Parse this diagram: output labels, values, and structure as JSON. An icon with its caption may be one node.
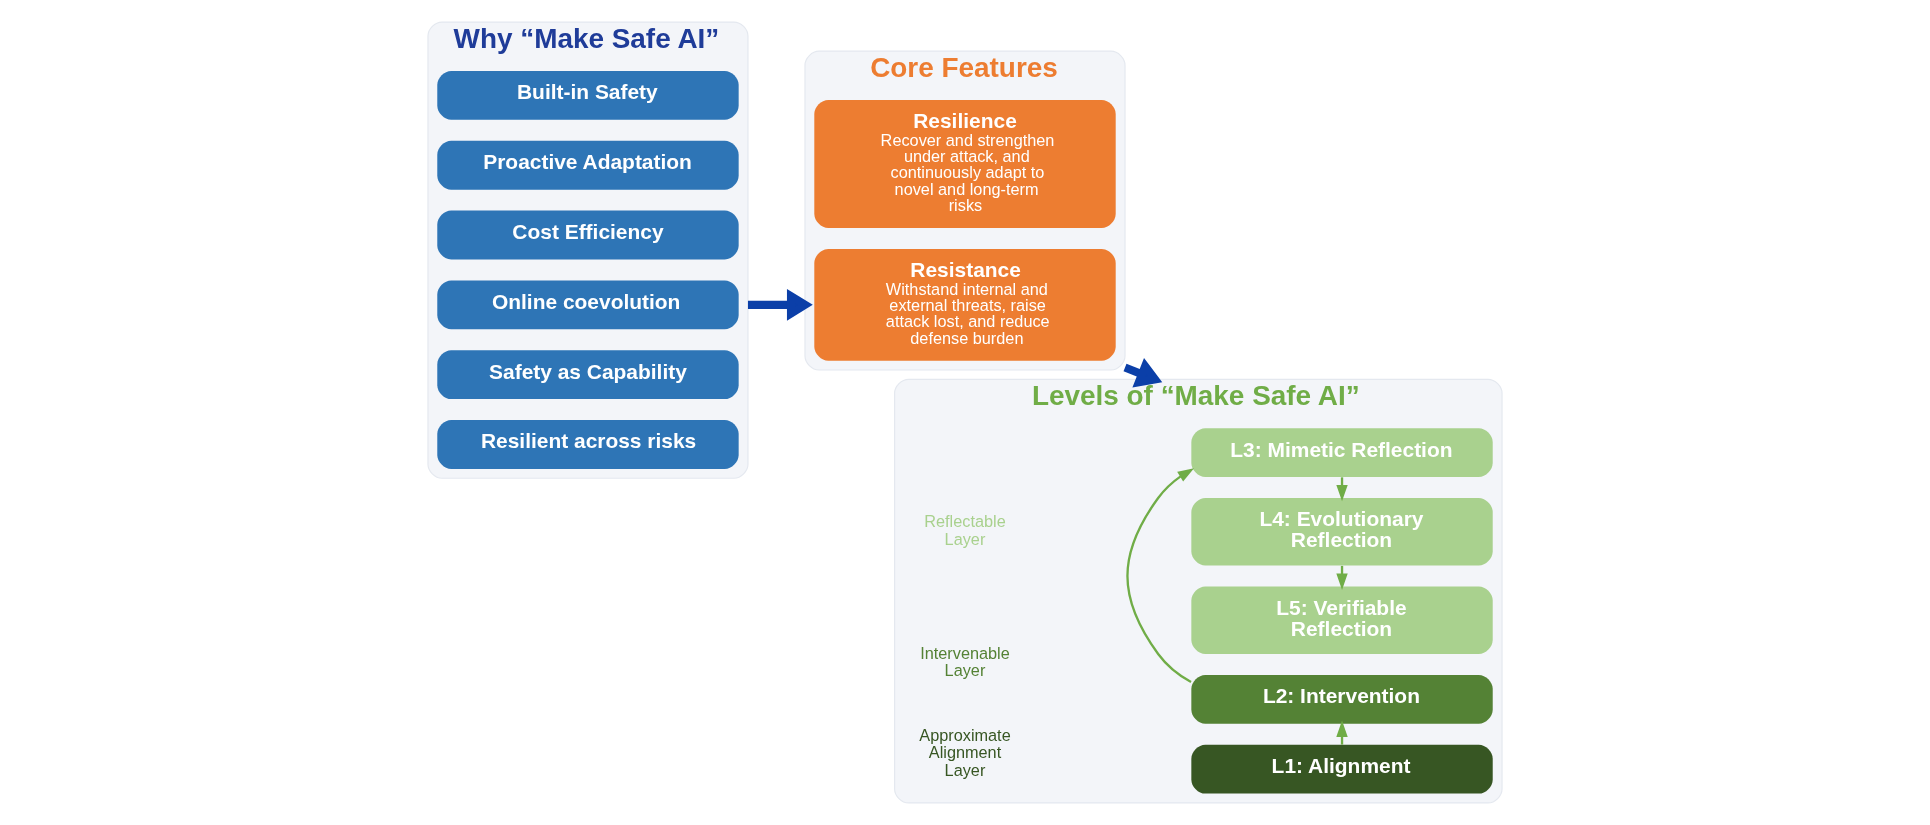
{
  "diagram": {
    "nodes": [
      {
        "text": [
          "Why “Make Safe AI”"
        ]
      },
      {
        "text": [
          "Built-in Safety"
        ],
        "in": 0
      },
      {
        "text": [
          "Proactive Adaptation"
        ],
        "in": 0
      },
      {
        "text": [
          "Cost Efficiency"
        ],
        "in": 0
      },
      {
        "text": [
          "Online coevolution"
        ],
        "in": 0
      },
      {
        "text": [
          "Safety as Capability"
        ],
        "in": 0
      },
      {
        "text": [
          "Resilient across risks"
        ],
        "in": 0
      },
      {
        "text": [
          "Core Features"
        ]
      },
      {
        "text": [
          "Resilience",
          "Recover and strengthen under attack, and continuously adapt to novel and long-term risks"
        ],
        "in": 7
      },
      {
        "text": [
          "Resistance",
          "Withstand internal and external threats, raise attack lost, and reduce defense burden"
        ],
        "in": 7
      },
      {
        "text": [
          "Levels of “Make Safe AI”"
        ]
      },
      {
        "text": [
          "L5: Verifiable Reflection"
        ],
        "in": 10
      },
      {
        "text": [
          "L4: Evolutionary Reflection"
        ],
        "in": 10
      },
      {
        "text": [
          "L3: Mimetic Reflection"
        ],
        "in": 10
      },
      {
        "text": [
          "L2: Intervention"
        ],
        "in": 10
      },
      {
        "text": [
          "L1: Alignment"
        ],
        "in": 10
      }
    ],
    "edges": [
      {
        "from": 0,
        "to": 7,
        "arrow": "to",
        "style": "thick",
        "color": "#0b3fa8"
      },
      {
        "from": 7,
        "to": 10,
        "arrow": "to",
        "style": "thick",
        "color": "#0b3fa8"
      },
      {
        "from": 15,
        "to": 14,
        "arrow": "to"
      },
      {
        "from": 14,
        "to": 13,
        "arrow": "to"
      },
      {
        "from": 13,
        "to": 12,
        "arrow": "to"
      },
      {
        "from": 12,
        "to": 11,
        "arrow": "to"
      }
    ],
    "labels": [
      "Reflectable Layer",
      "Intervenable Layer",
      "Approximate Alignment Layer"
    ]
  }
}
